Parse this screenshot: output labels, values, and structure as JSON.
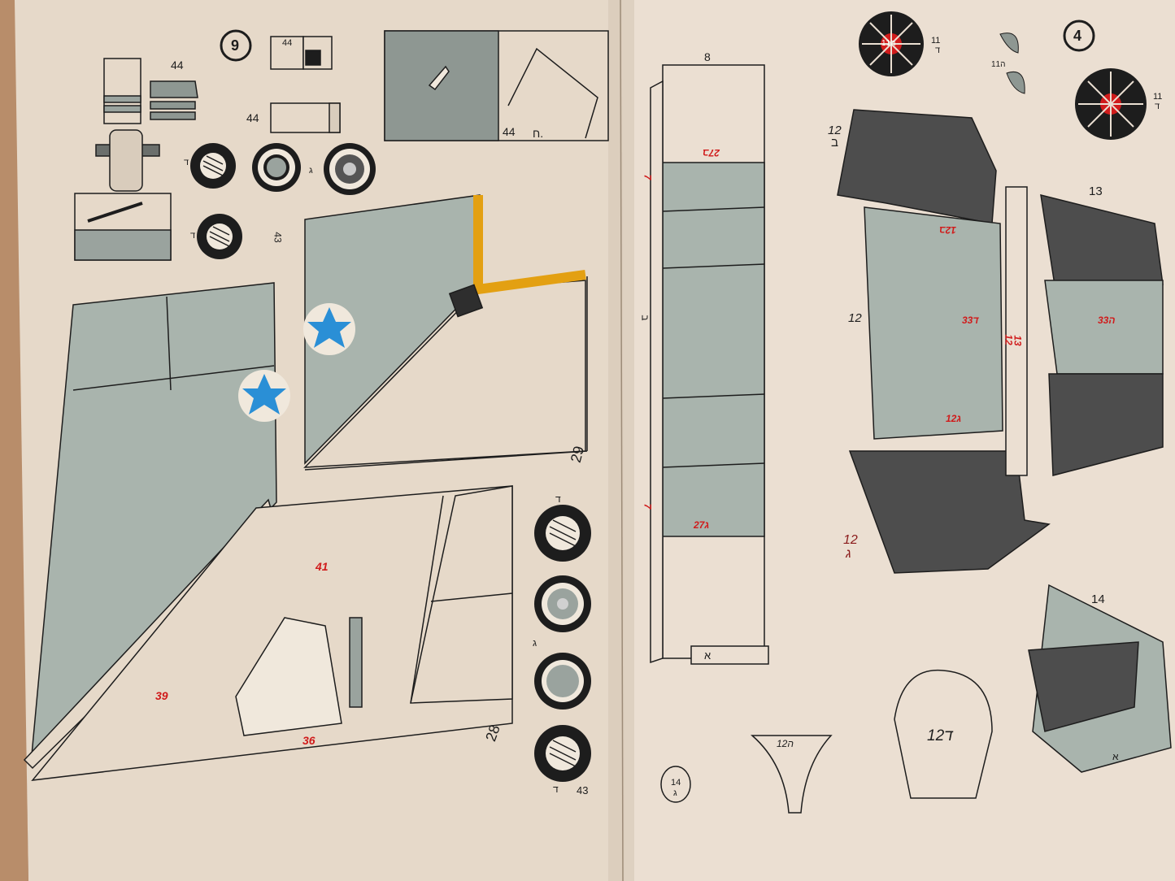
{
  "left_page": {
    "sheet_number": "9",
    "labels": {
      "part_44_top": "44",
      "part_44_box": "44",
      "part_44_stack": "44",
      "part_44_wing": "44",
      "part_44_wing_letter": "ח.",
      "part_43_wheels_top": "43",
      "part_43_wheels_bottom": "43",
      "part_29": "29",
      "part_28": "28",
      "part_41": "41",
      "part_39": "39",
      "part_36": "36",
      "wheel_letter_dalet_1": "ד",
      "wheel_letter_gimel_1": "ג",
      "wheel_letter_dalet_2": "ד",
      "wheel_letter_dalet_3": "ד",
      "wheel_letter_gimel_2": "ג",
      "wheel_letter_dalet_4": "ד"
    }
  },
  "right_page": {
    "sheet_number": "4",
    "labels": {
      "part_8": "8",
      "strip_27_top": "27ב",
      "strip_27_bottom": "27ג",
      "strip_7_a": "7",
      "strip_7_b": "7",
      "strip_letter_bet": "ב",
      "strip_tab_alef": "א",
      "part_11_a": "11",
      "part_11_a_letter": "ד",
      "part_11_b": "11",
      "part_11_b_letter": "ד",
      "wheel_hub_text": "11ה",
      "part_11h": "11ה",
      "part_12_b": "12",
      "part_12_b_letter": "ב",
      "part_12_mid": "12",
      "part_12_g": "12",
      "part_12_g_letter": "ג",
      "part_12b_red": "12ב",
      "part_33_left": "33ד",
      "part_33_right": "33ה",
      "part_13_red": "13",
      "part_12_red": "12",
      "part_12g_red": "12ג",
      "part_13": "13",
      "part_14": "14",
      "part_14_small": "14",
      "part_14_small_letter": "ג",
      "part_12h": "12ה",
      "part_12d": "12ד",
      "part_alef_strip": "א"
    }
  },
  "colors": {
    "paper": "#e8dccd",
    "paper_right": "#ebdfd2",
    "gray_green": "#a9b4ad",
    "dark_gray": "#4d4d4d",
    "orange": "#e3a012",
    "star_blue": "#2a8fd6",
    "line": "#1d1d1d",
    "red_text": "#d01b1b",
    "binding": "#6b3a24"
  }
}
